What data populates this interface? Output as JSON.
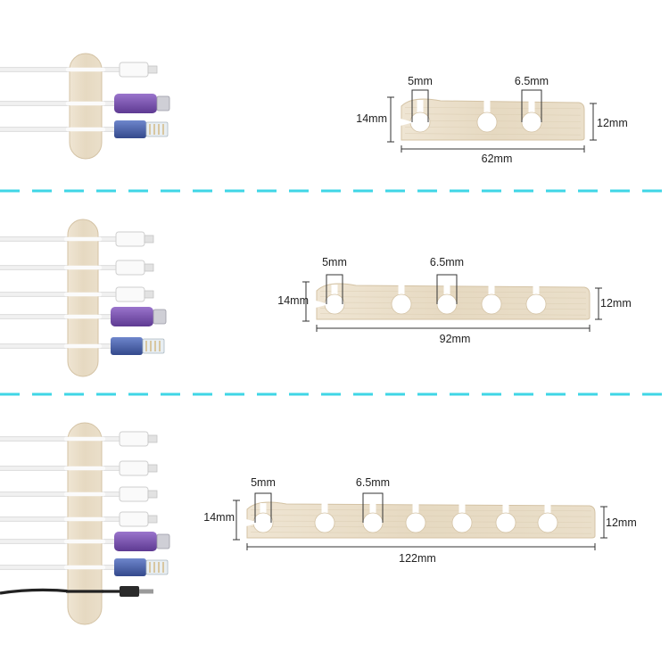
{
  "colors": {
    "divider": "#3fd6e6",
    "wood": "#e8dcc6",
    "wood_edge": "#d4c3a5",
    "cable": "#f1f1f1",
    "cable_edge": "#d6d6d6",
    "purple": "#7a4fb0",
    "blue": "#4a66b2",
    "dim_line": "#333333"
  },
  "sections": [
    {
      "id": "small",
      "slots": 3,
      "cables": [
        "usb",
        "ps2",
        "rj45"
      ],
      "width_label": "62mm",
      "height_left_label": "14mm",
      "height_right_label": "12mm",
      "slot_label": "5mm",
      "gap_label": "6.5mm"
    },
    {
      "id": "medium",
      "slots": 5,
      "cables": [
        "usb",
        "usb",
        "usb",
        "ps2",
        "rj45"
      ],
      "width_label": "92mm",
      "height_left_label": "14mm",
      "height_right_label": "12mm",
      "slot_label": "5mm",
      "gap_label": "6.5mm"
    },
    {
      "id": "large",
      "slots": 7,
      "cables": [
        "usb",
        "usb",
        "usb",
        "usb",
        "ps2",
        "rj45",
        "audio"
      ],
      "width_label": "122mm",
      "height_left_label": "14mm",
      "height_right_label": "12mm",
      "slot_label": "5mm",
      "gap_label": "6.5mm"
    }
  ]
}
